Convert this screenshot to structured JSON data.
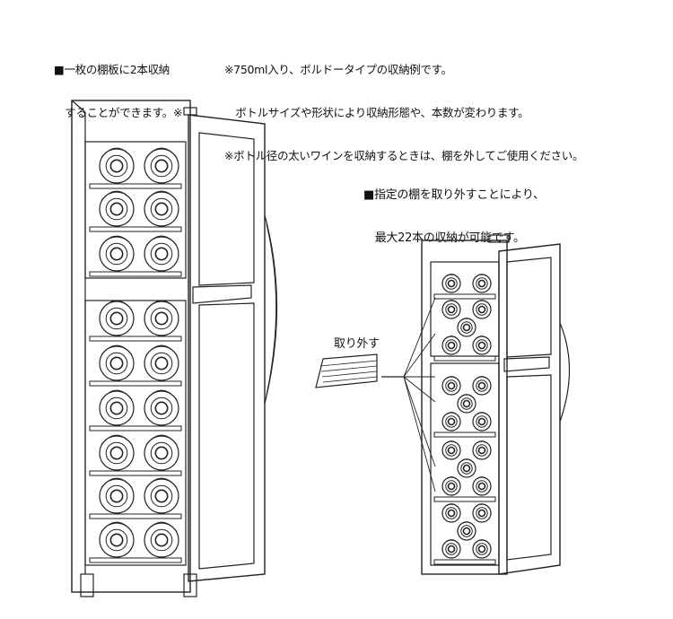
{
  "notes": {
    "shelf_note_line1": "■一枚の棚板に2本収納",
    "shelf_note_line2": "　することができます。※",
    "footnote_line1": "※750ml入り、ボルドータイプの収納例です。",
    "footnote_line2": "　ボトルサイズや形状により収納形態や、本数が変わります。",
    "footnote_line3": "※ボトル径の太いワインを収納するときは、棚を外してご使用ください。",
    "removal_note_line1": "■指定の棚を取り外すことにより、",
    "removal_note_line2": "　最大22本の収納が可能です。",
    "remove_label": "取り外す"
  },
  "left_fridge": {
    "shelves": 9,
    "bottles_per_shelf": 2,
    "total_bottles": 18
  },
  "right_fridge": {
    "max_bottles": 22
  }
}
